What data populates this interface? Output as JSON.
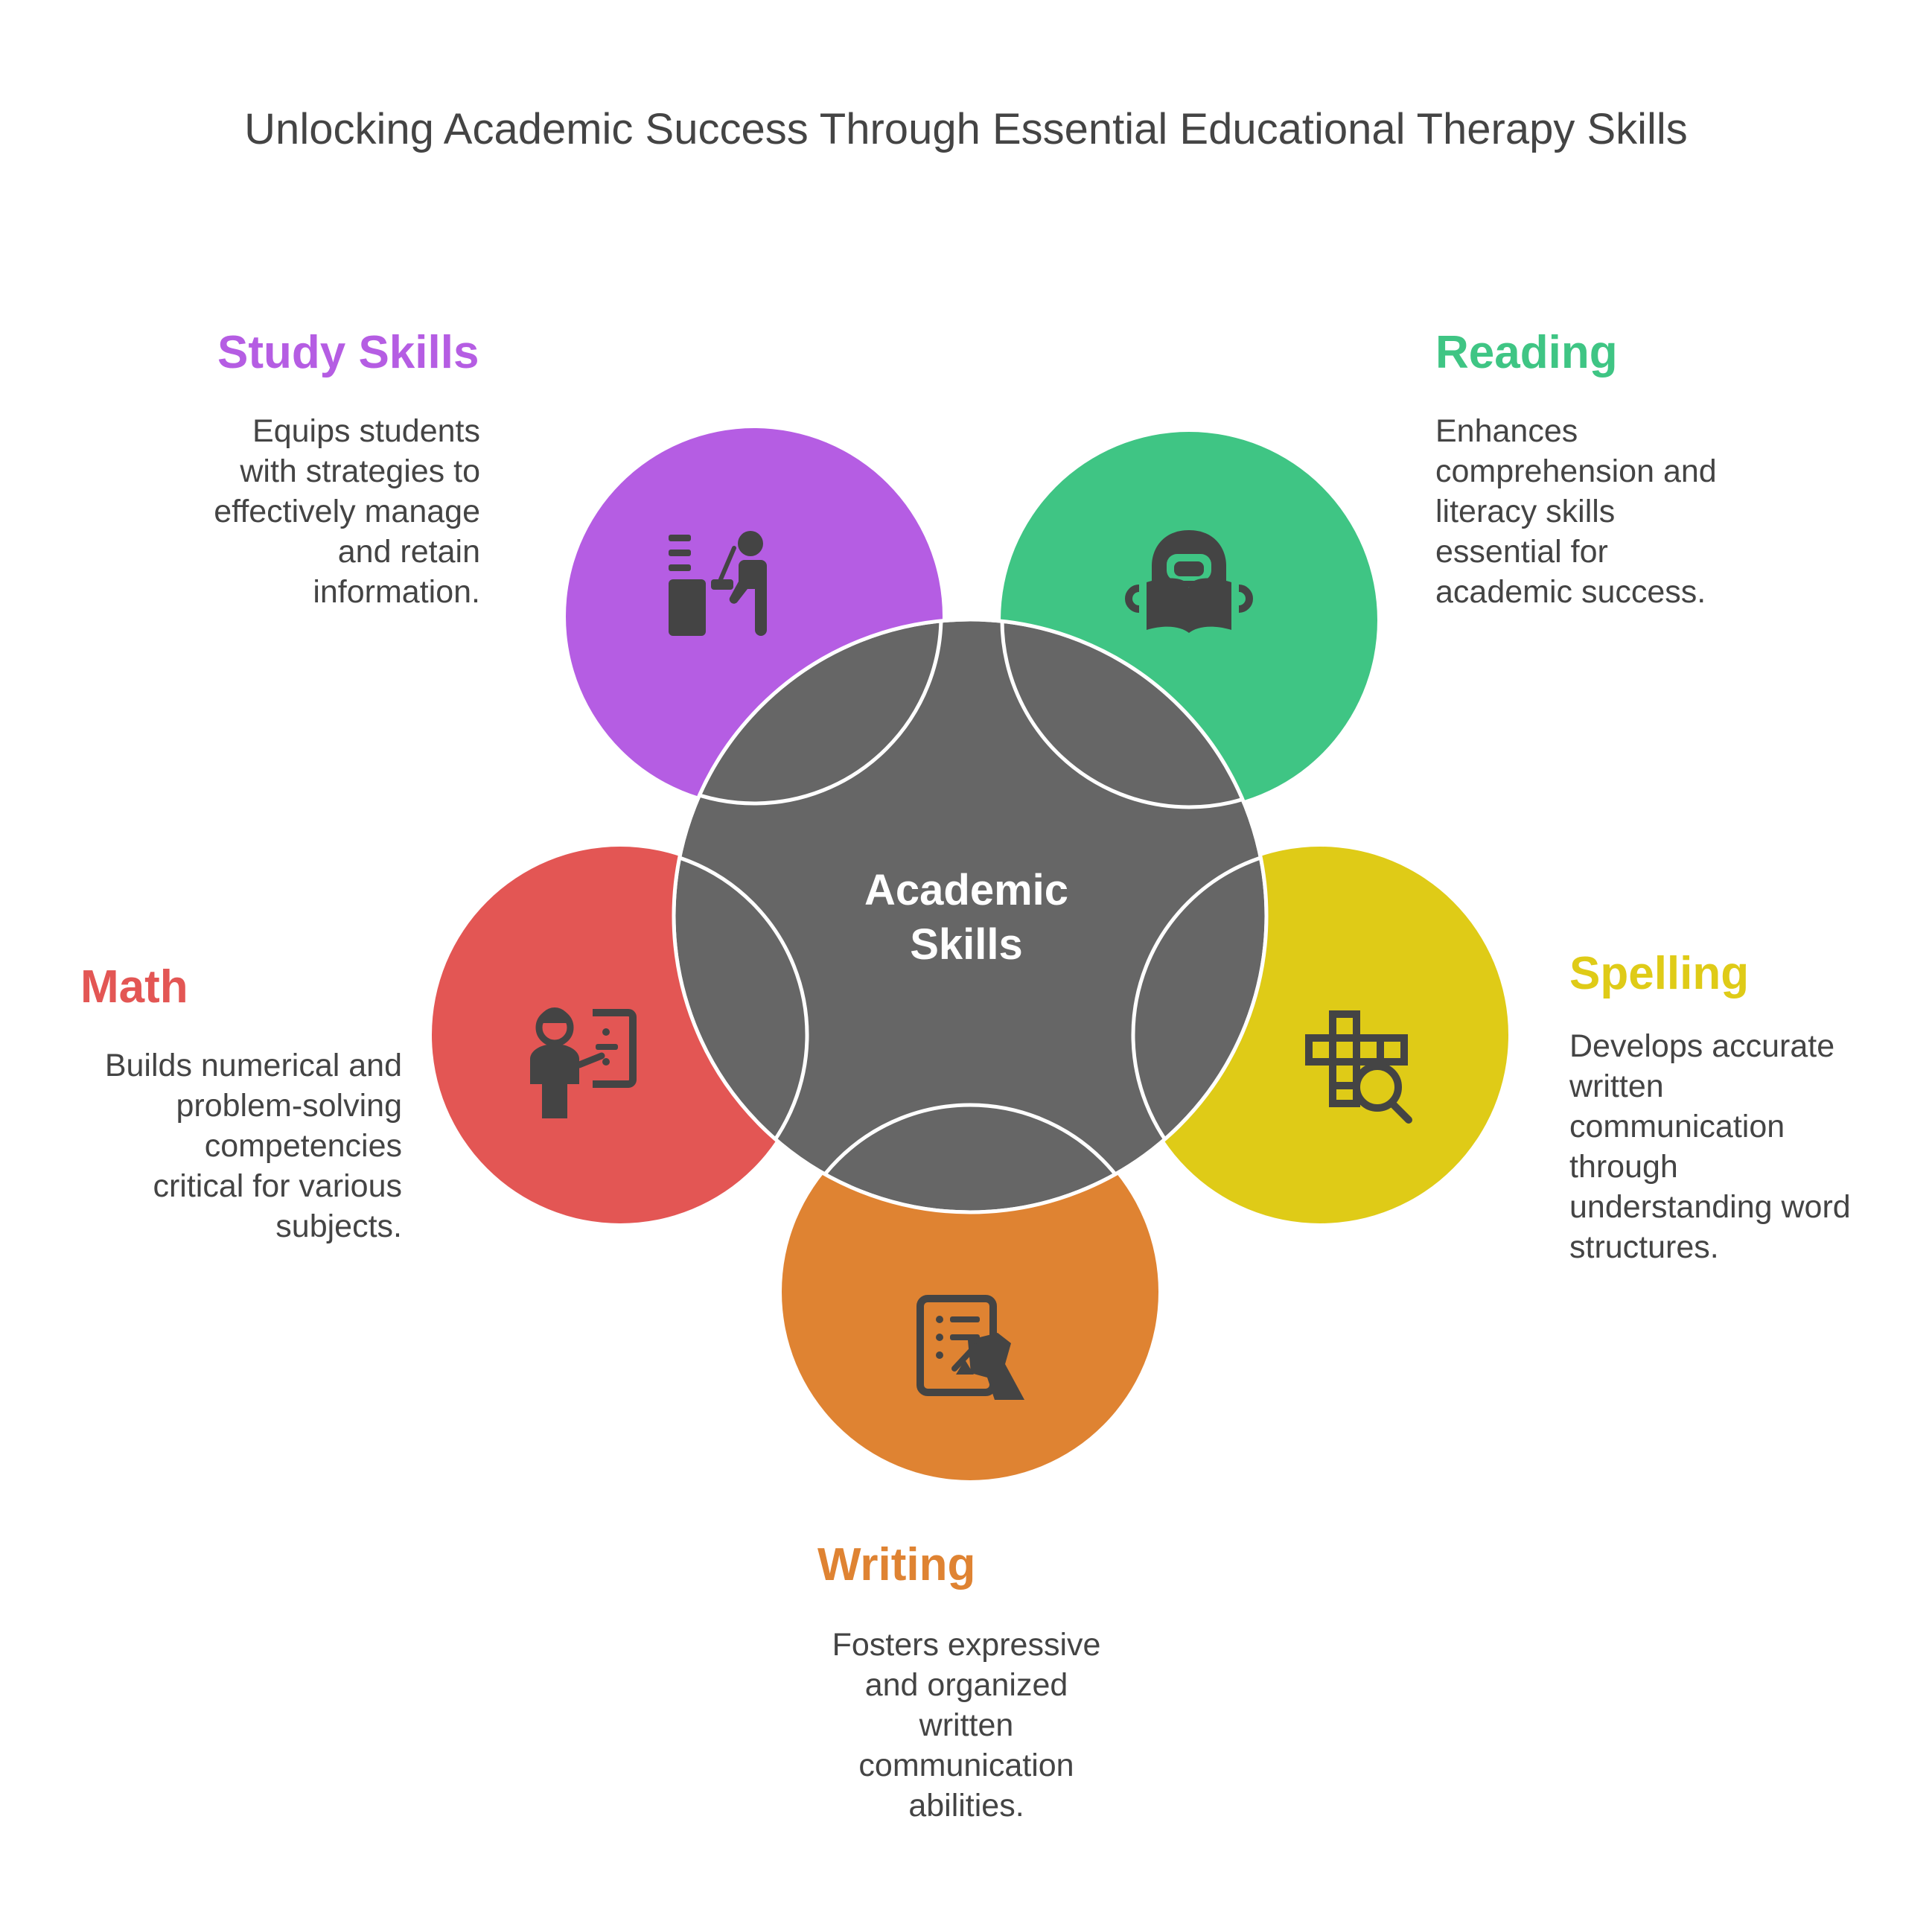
{
  "title": "Unlocking Academic Success Through Essential Educational Therapy Skills",
  "center": {
    "label": "Academic\nSkills",
    "color": "#666666"
  },
  "skills": [
    {
      "id": "study",
      "heading": "Study Skills",
      "description": "Equips students\nwith strategies to\neffectively manage\nand retain\ninformation.",
      "color": "#b55de3",
      "icon": "student-desk-icon"
    },
    {
      "id": "reading",
      "heading": "Reading",
      "description": "Enhances\ncomprehension and\nliteracy skills\nessential for\nacademic success.",
      "color": "#3fc584",
      "icon": "person-reading-book-icon"
    },
    {
      "id": "spelling",
      "heading": "Spelling",
      "description": "Develops accurate\nwritten\ncommunication\nthrough\nunderstanding word\nstructures.",
      "color": "#dfcb17",
      "icon": "crossword-search-icon"
    },
    {
      "id": "writing",
      "heading": "Writing",
      "description": "Fosters expressive\nand organized\nwritten\ncommunication\nabilities.",
      "color": "#df8332",
      "icon": "writing-document-icon"
    },
    {
      "id": "math",
      "heading": "Math",
      "description": "Builds numerical and\nproblem-solving\ncompetencies\ncritical for various\nsubjects.",
      "color": "#e35654",
      "icon": "teacher-division-icon"
    }
  ]
}
